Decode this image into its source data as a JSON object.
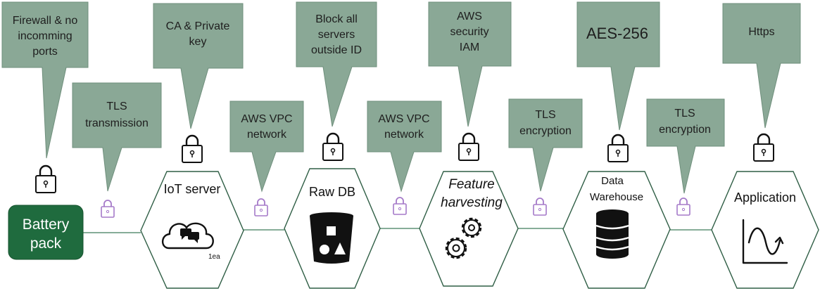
{
  "callouts": {
    "firewall": [
      "Firewall & no",
      "incomming",
      "ports"
    ],
    "tls_transmission": [
      "TLS",
      "transmission"
    ],
    "ca_private_key": [
      "CA & Private",
      "key"
    ],
    "aws_vpc_1": [
      "AWS VPC",
      "network"
    ],
    "block_servers": [
      "Block all",
      "servers",
      "outside ID"
    ],
    "aws_vpc_2": [
      "AWS VPC",
      "network"
    ],
    "aws_security": [
      "AWS",
      "security",
      "IAM"
    ],
    "tls_encryption_1": [
      "TLS",
      "encryption"
    ],
    "aes": [
      "AES-256"
    ],
    "tls_encryption_2": [
      "TLS",
      "encryption"
    ],
    "https": [
      "Https"
    ]
  },
  "nodes": {
    "battery": [
      "Battery",
      "pack"
    ],
    "iot_server": "IoT server",
    "iot_badge": "1ea",
    "raw_db": "Raw DB",
    "feature": [
      "Feature",
      "harvesting"
    ],
    "warehouse": [
      "Data",
      "Warehouse"
    ],
    "application": "Application"
  },
  "colors": {
    "callout": "#8aa896",
    "battery": "#1f6b3e",
    "hex_border": "#2f5e45",
    "lock_purple": "#a57ac9"
  },
  "icons": [
    "lock-icon",
    "chat-cloud-icon",
    "bucket-shapes-icon",
    "gears-icon",
    "database-icon",
    "wave-chart-icon"
  ]
}
